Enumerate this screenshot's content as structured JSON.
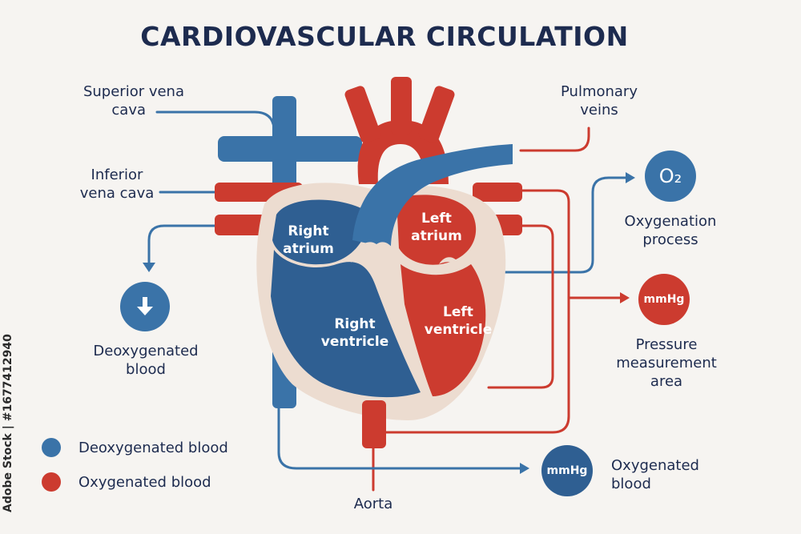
{
  "title": "CARDIOVASCULAR CIRCULATION",
  "colors": {
    "deoxygenated": "#3a73a8",
    "oxygenated": "#cc3b2f",
    "tissue": "#ecdcd0",
    "text": "#1d2b4f",
    "background": "#f6f4f1"
  },
  "labels": {
    "superior_vena_cava": [
      "Superior vena",
      "cava"
    ],
    "inferior_vena_cava": [
      "Inferior",
      "vena cava"
    ],
    "pulmonary_veins": [
      "Pulmonary",
      "veins"
    ],
    "oxygenation_process": [
      "Oxygenation",
      "process"
    ],
    "pressure_measurement_area": [
      "Pressure",
      "measurement",
      "area"
    ],
    "deoxygenated_blood": [
      "Deoxygenated",
      "blood"
    ],
    "oxygenated_blood": [
      "Oxygenated",
      "blood"
    ],
    "aorta": "Aorta"
  },
  "heart": {
    "right_atrium": [
      "Right",
      "atrium"
    ],
    "left_atrium": [
      "Left",
      "atrium"
    ],
    "right_ventricle": [
      "Right",
      "ventricle"
    ],
    "left_ventricle": [
      "Left",
      "ventricle"
    ]
  },
  "badges": {
    "oxygen": "O₂",
    "pressure_top": "mmHg",
    "pressure_bottom": "mmHg",
    "deoxygenated_icon": "down-arrow-icon"
  },
  "legend": {
    "items": [
      {
        "label": "Deoxygenated blood",
        "color": "#3a73a8"
      },
      {
        "label": "Oxygenated blood",
        "color": "#cc3b2f"
      }
    ]
  },
  "watermark": "Adobe Stock | #1677412940"
}
